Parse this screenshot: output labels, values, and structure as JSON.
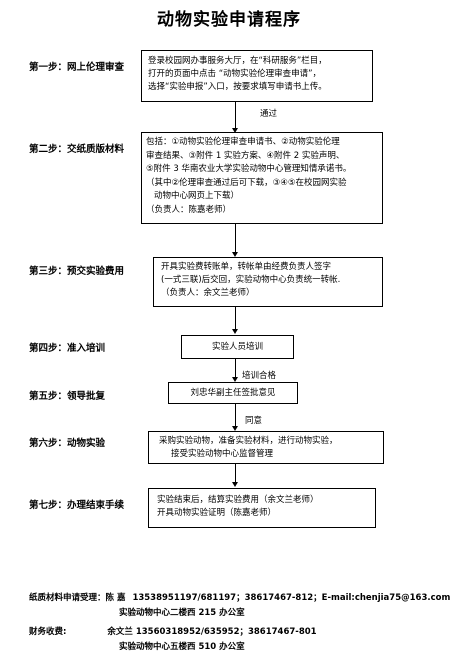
{
  "title": "动物实验申请程序",
  "steps": [
    {
      "label": "第一步：网上伦理审查",
      "lines": [
        "登录校园网办事服务大厅，在“科研服务”栏目，",
        "打开的页面中点击 “动物实验伦理审查申请”，",
        "选择“实验申报”入口，按要求填写申请书上传。"
      ]
    },
    {
      "label": "第二步：交纸质版材料",
      "lines": [
        "包括：①动物实验伦理审查申请书、②动物实验伦理",
        "审查结果、③附件 1 实验方案、④附件 2 实验声明、",
        "⑤附件 3 华南农业大学实验动物中心管理知情承诺书。",
        "（其中②伦理审查通过后可下载，③④⑤在校园网实验",
        "动物中心网页上下载）",
        "（负责人：陈嘉老师）"
      ]
    },
    {
      "label": "第三步：预交实验费用",
      "lines": [
        "开具实验费转账单，转帐单由经费负责人签字",
        "(一式三联)后交回，实验动物中心负责统一转帐.",
        "（负责人：余文兰老师）"
      ]
    },
    {
      "label": "第四步：准入培训",
      "lines": [
        "实验人员培训"
      ]
    },
    {
      "label": "第五步：领导批复",
      "lines": [
        "刘忠华副主任签批意见"
      ]
    },
    {
      "label": "第六步：动物实验",
      "lines": [
        "采购实验动物，准备实验材料，进行动物实验，",
        "接受实验动物中心监督管理"
      ]
    },
    {
      "label": "第七步：办理结束手续",
      "lines": [
        "实验结束后，结算实验费用（余文兰老师）",
        "开具动物实验证明（陈嘉老师）"
      ]
    }
  ],
  "notes": {
    "n1": "通过",
    "n4": "培训合格",
    "n5": "同意"
  },
  "footer": {
    "line1_label": "纸质材料申请受理：陈  嘉",
    "line1_text": "13538951197/681197；38617467-812；E-mail:chenjia75@163.com",
    "line2": "实验动物中心二楼西 215 办公室",
    "line3_label": "财务收费:",
    "line3_text": "余文兰 13560318952/635952；38617467-801",
    "line4": "实验动物中心五楼西 510 办公室"
  }
}
